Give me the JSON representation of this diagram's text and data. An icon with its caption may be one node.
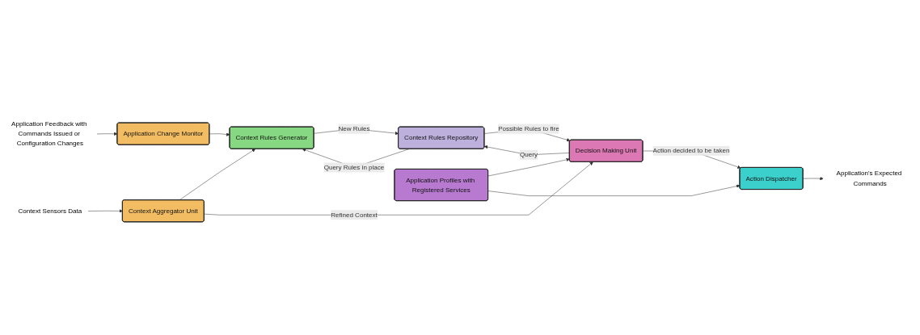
{
  "diagram": {
    "nodes": [
      {
        "text": [
          "Application Feedback with Commands Issued or Configuration Changes"
        ]
      },
      {
        "text": [
          "Application Change Monitor"
        ]
      },
      {
        "text": [
          "Context Rules Generator"
        ]
      },
      {
        "text": [
          "Context Rules Repository"
        ]
      },
      {
        "text": [
          "Context Sensors Data"
        ]
      },
      {
        "text": [
          "Context Aggregator Unit"
        ]
      },
      {
        "text": [
          "Decision Making Unit"
        ]
      },
      {
        "text": [
          "Application Profiles with Registered Services"
        ]
      },
      {
        "text": [
          "Action Dispatcher"
        ]
      },
      {
        "text": [
          "Application's Expected Commands"
        ]
      }
    ],
    "edges": [
      {
        "from": 0,
        "to": 1,
        "arrow": "to"
      },
      {
        "from": 1,
        "to": 2,
        "arrow": "to"
      },
      {
        "from": 3,
        "to": 2,
        "arrow": "to",
        "label": "Query Rules in place"
      },
      {
        "from": 2,
        "to": 3,
        "arrow": "to",
        "label": "New Rules"
      },
      {
        "from": 4,
        "to": 5,
        "arrow": "to"
      },
      {
        "from": 5,
        "to": 2,
        "arrow": "to"
      },
      {
        "from": 5,
        "to": 6,
        "arrow": "to",
        "label": "Refined Context"
      },
      {
        "from": 6,
        "to": 3,
        "arrow": "to",
        "label": "Query"
      },
      {
        "from": 3,
        "to": 6,
        "arrow": "to",
        "label": "Possible Rules to fire"
      },
      {
        "from": 6,
        "to": 8,
        "arrow": "to",
        "label": "Action decided to be taken"
      },
      {
        "from": 7,
        "to": 6,
        "arrow": "to"
      },
      {
        "from": 7,
        "to": 8,
        "arrow": "to"
      },
      {
        "from": 8,
        "to": 9,
        "arrow": "to"
      }
    ]
  }
}
